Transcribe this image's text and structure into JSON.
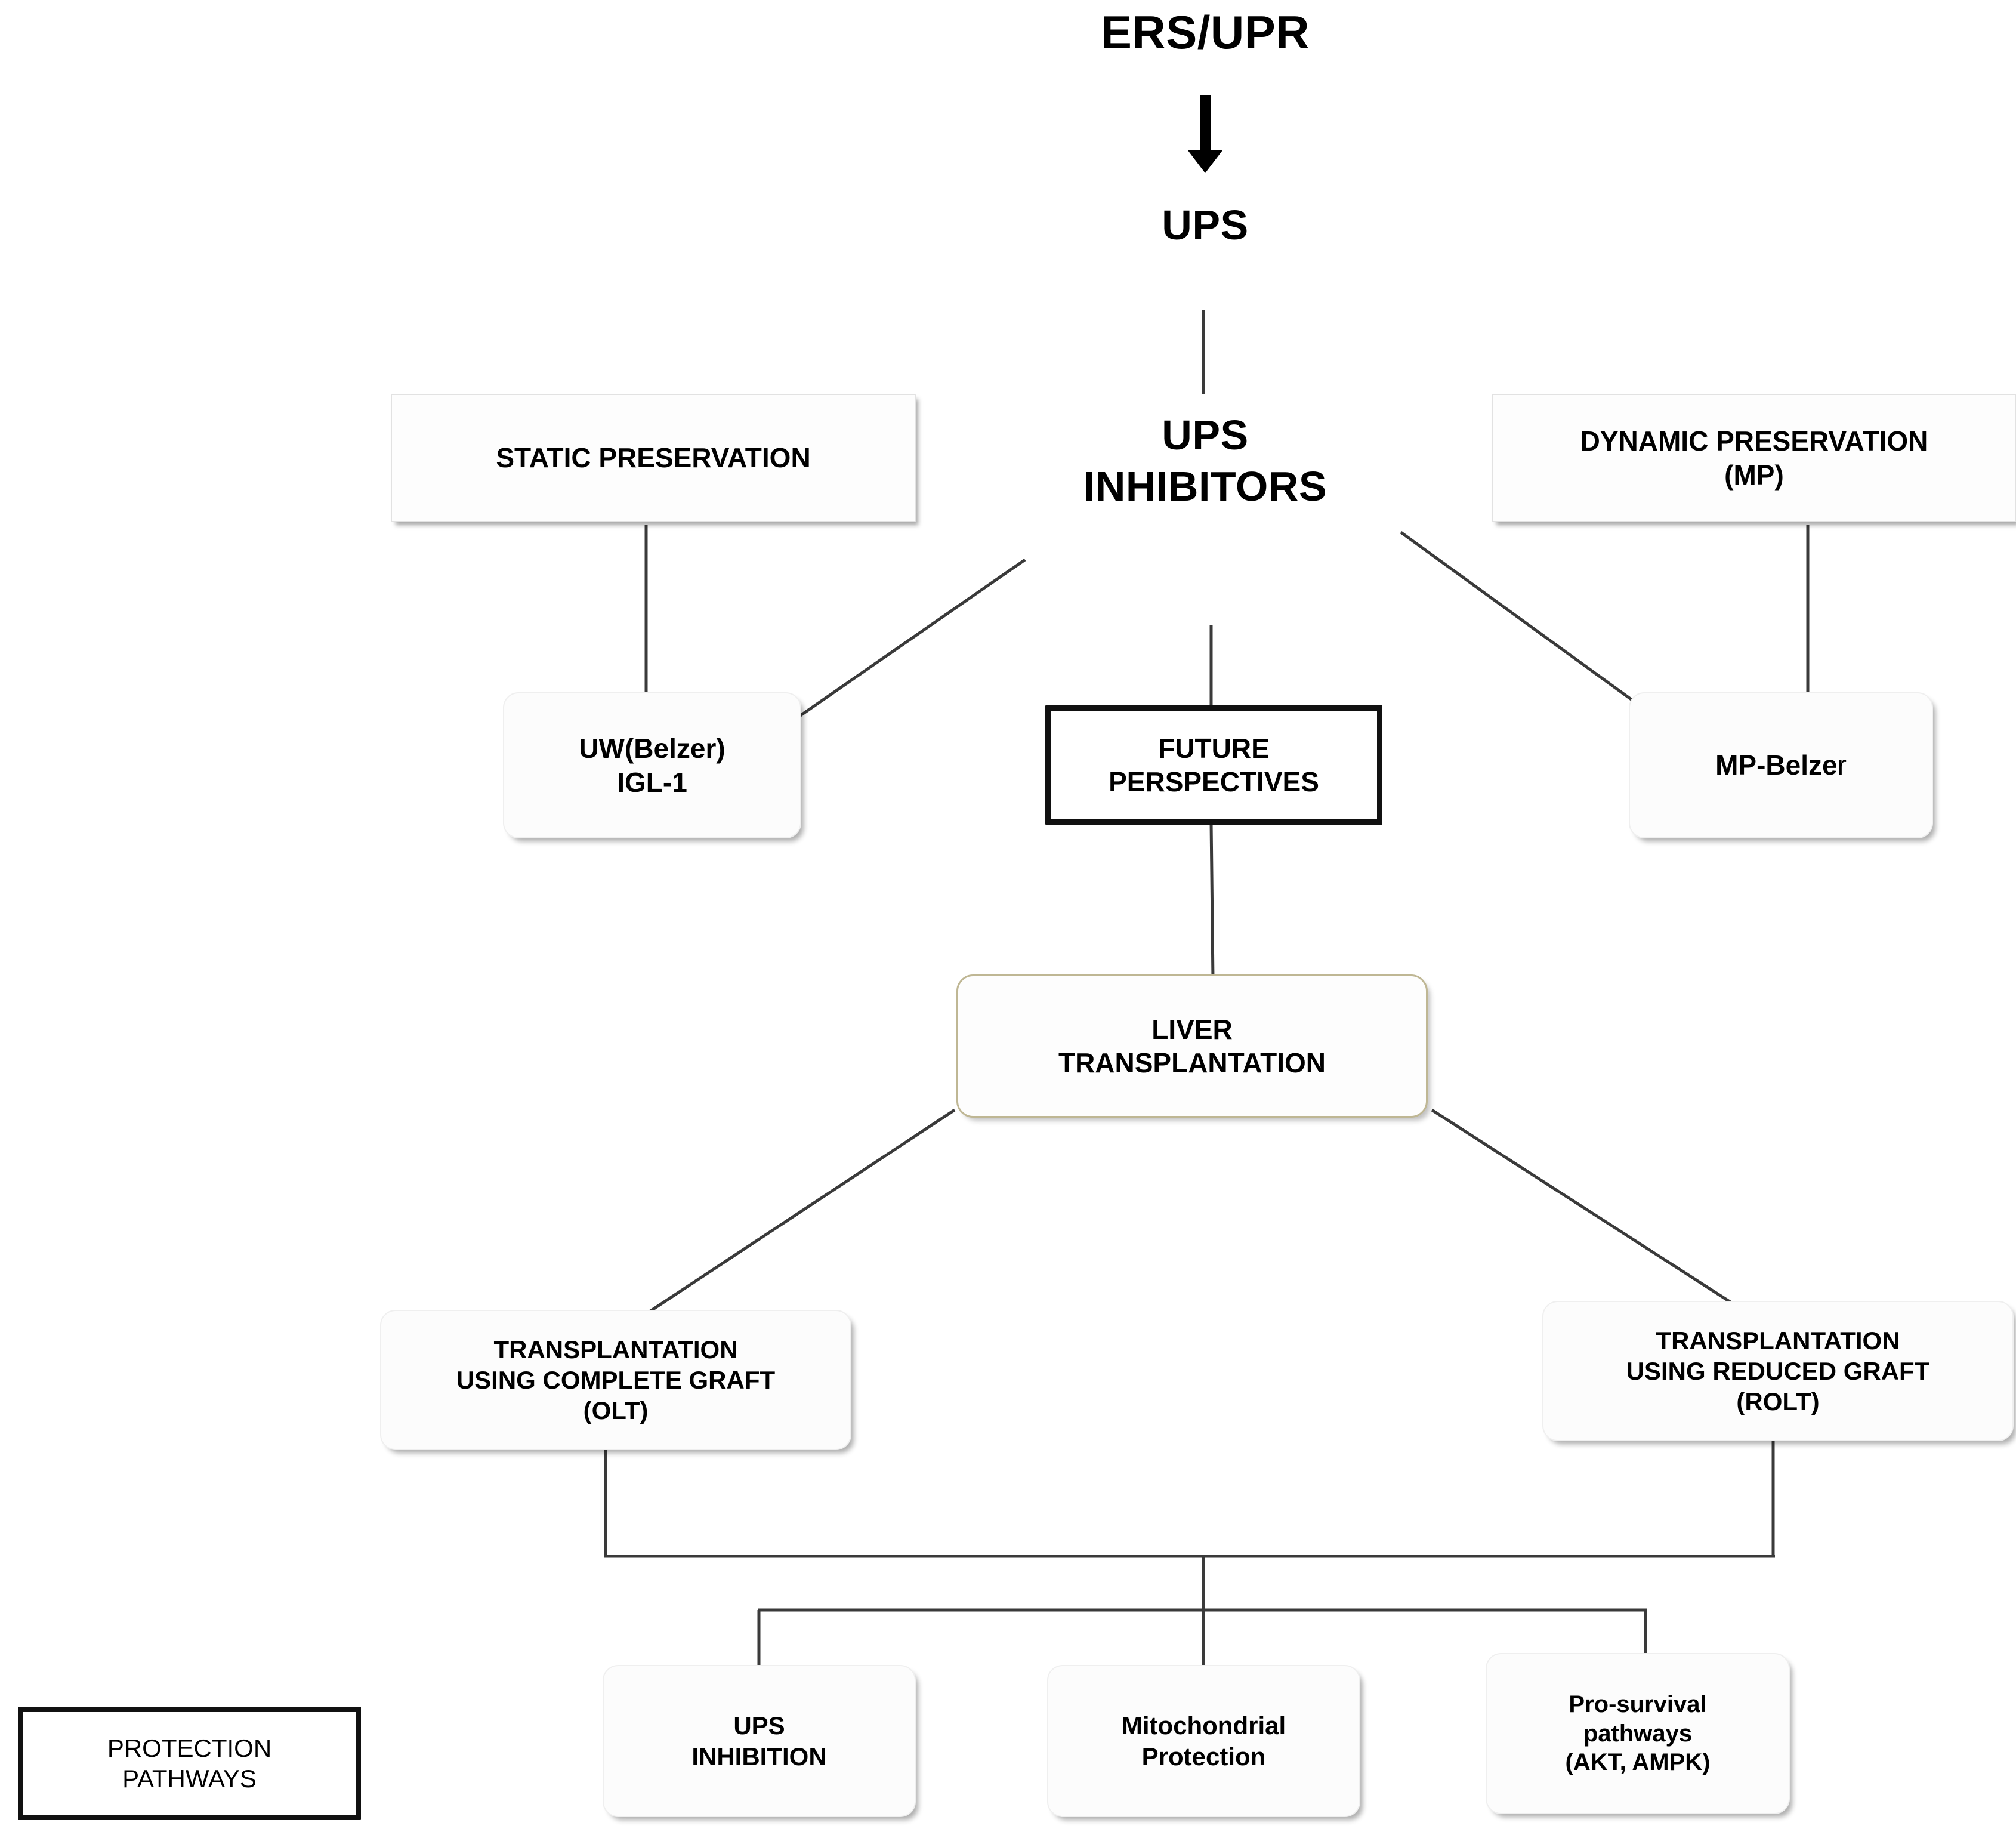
{
  "diagram": {
    "title_text": "ERS/UPR",
    "nodes": {
      "ers_upr": "ERS/UPR",
      "ups": "UPS",
      "ups_inhibitors": "UPS\nINHIBITORS",
      "static_preservation": "STATIC PRESERVATION",
      "dynamic_preservation": "DYNAMIC PRESERVATION\n(MP)",
      "uw_belzer": "UW(Belzer)\nIGL-1",
      "future_perspectives": "FUTURE\nPERSPECTIVES",
      "mp_belzer_main": "MP-Belze",
      "mp_belzer_tail": "r",
      "liver_transplantation": "LIVER\nTRANSPLANTATION",
      "olt": "TRANSPLANTATION\nUSING COMPLETE GRAFT\n(OLT)",
      "rolt": "TRANSPLANTATION\nUSING REDUCED GRAFT\n(ROLT)",
      "ups_inhibition": "UPS\nINHIBITION",
      "mitochondrial_protection": "Mitochondrial\nProtection",
      "pro_survival": "Pro-survival\npathways\n(AKT, AMPK)",
      "legend_protection_pathways": "PROTECTION\nPATHWAYS"
    },
    "icons": {
      "down_arrow": "down-arrow-icon"
    },
    "colors": {
      "stroke": "#3a3a3a",
      "node_fill": "#fdfdfd",
      "khaki_border": "#bfb794",
      "heavy_border": "#111111",
      "text": "#000000"
    }
  }
}
